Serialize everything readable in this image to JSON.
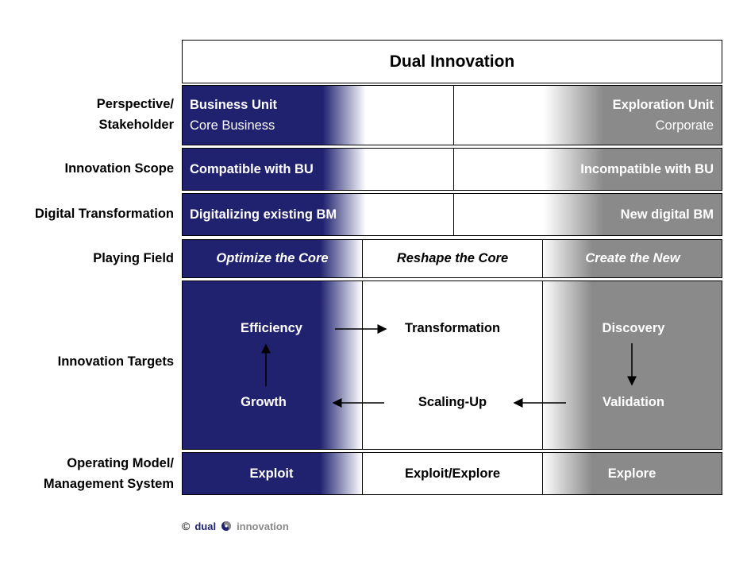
{
  "title": "Dual Innovation",
  "rows": {
    "perspective": {
      "label": "Perspective/\nStakeholder",
      "label_line1": "Perspective/",
      "label_line2": "Stakeholder",
      "left_title": "Business Unit",
      "left_sub": "Core Business",
      "right_title": "Exploration Unit",
      "right_sub": "Corporate"
    },
    "scope": {
      "label": "Innovation Scope",
      "left": "Compatible with BU",
      "right": "Incompatible with BU"
    },
    "digital": {
      "label": "Digital Transformation",
      "left": "Digitalizing existing BM",
      "right": "New digital BM"
    },
    "playing_field": {
      "label": "Playing Field",
      "left": "Optimize the Core",
      "middle": "Reshape the Core",
      "right": "Create the New"
    },
    "targets": {
      "label": "Innovation Targets",
      "efficiency": "Efficiency",
      "growth": "Growth",
      "transformation": "Transformation",
      "scaling_up": "Scaling-Up",
      "discovery": "Discovery",
      "validation": "Validation"
    },
    "operating": {
      "label_line1": "Operating Model/",
      "label_line2": "Management System",
      "left": "Exploit",
      "middle": "Exploit/Explore",
      "right": "Explore"
    }
  },
  "footer": {
    "copyright_symbol": "©",
    "logo_word1": "dual",
    "logo_word2": "innovation"
  },
  "colors": {
    "navy": "#202270",
    "gray": "#8a8a8a"
  }
}
